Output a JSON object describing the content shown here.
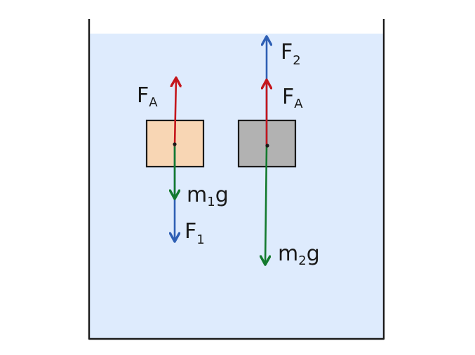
{
  "colors": {
    "water": "#deebfd",
    "container_stroke": "#1a1a1a",
    "block_1_fill": "#f8d6b4",
    "block_2_fill": "#b2b2b2",
    "block_stroke": "#1a1a1a",
    "buoyant_force": "#c4161c",
    "gravity_force": "#137a2e",
    "net_force": "#2e5fb4"
  },
  "labels": {
    "buoyant_main": "F",
    "buoyant_sub": "A",
    "gravity_1_main": "m",
    "gravity_1_sub": "1",
    "gravity_1_g": "g",
    "net_1_main": "F",
    "net_1_sub": "1",
    "net_2_main": "F",
    "net_2_sub": "2",
    "gravity_2_main": "m",
    "gravity_2_sub": "2",
    "gravity_2_g": "g"
  }
}
